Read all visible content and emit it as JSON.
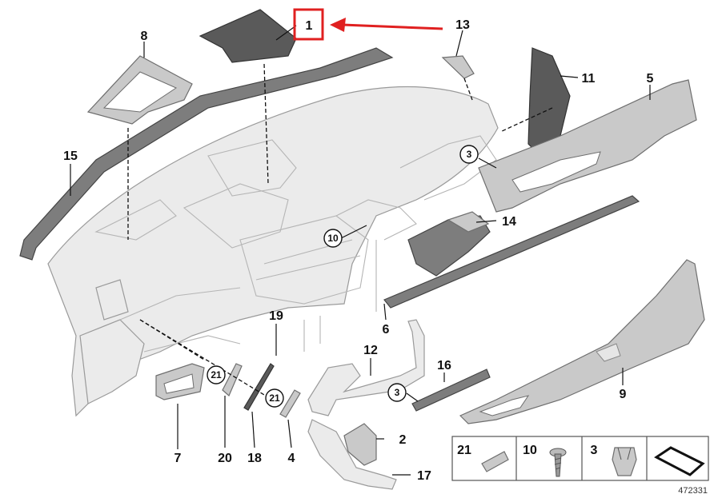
{
  "callouts": {
    "c1": "1",
    "c2": "2",
    "c3a": "3",
    "c3b": "3",
    "c4": "4",
    "c5": "5",
    "c6": "6",
    "c7": "7",
    "c8": "8",
    "c9": "9",
    "c10": "10",
    "c11": "11",
    "c12": "12",
    "c13": "13",
    "c14": "14",
    "c15": "15",
    "c16": "16",
    "c17": "17",
    "c18": "18",
    "c19": "19",
    "c20": "20",
    "c21a": "21",
    "c21b": "21"
  },
  "legend": {
    "k21": "21",
    "k10": "10",
    "k3": "3"
  },
  "reference_number": "472331",
  "colors": {
    "highlight": "#e02020",
    "outline": "#111111"
  }
}
